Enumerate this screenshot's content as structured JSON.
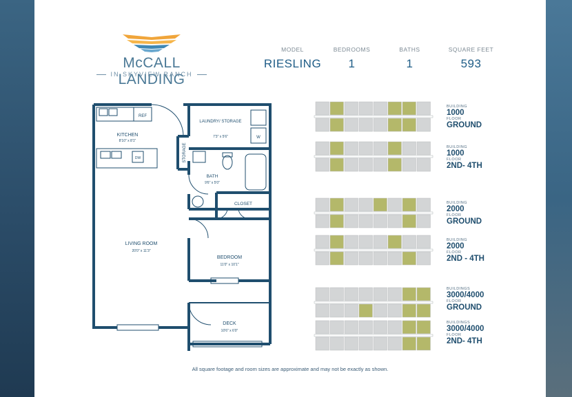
{
  "brand": {
    "name": "McCALL LANDING",
    "subtitle": "IN SKYVIEW RANCH"
  },
  "stats": [
    {
      "label": "MODEL",
      "value": "RIESLING"
    },
    {
      "label": "BEDROOMS",
      "value": "1"
    },
    {
      "label": "BATHS",
      "value": "1"
    },
    {
      "label": "SQUARE FEET",
      "value": "593"
    }
  ],
  "floorplan": {
    "kitchen": {
      "name": "KITCHEN",
      "dims": "8'10\" x 8'1\""
    },
    "ref": "REF",
    "dw": "DW",
    "laundry": {
      "name": "LAUNDRY/ STORAGE",
      "dims": "7'3\" x 5'6\""
    },
    "w": "W",
    "storage": "STORAGE",
    "bath": {
      "name": "BATH",
      "dims": "9'6\" x 5'0\""
    },
    "closet": "CLOSET",
    "living": {
      "name": "LIVING ROOM",
      "dims": "20'0\" x 11'3\""
    },
    "bedroom": {
      "name": "BEDROOM",
      "dims": "11'0\" x 10'1\""
    },
    "deck": {
      "name": "DECK",
      "dims": "10'6\" x 6'0\""
    }
  },
  "buildings": [
    {
      "building_label": "BUILDING",
      "building": "1000",
      "floor_label": "FLOOR",
      "floor": "GROUND"
    },
    {
      "building_label": "BUILDING",
      "building": "1000",
      "floor_label": "FLOOR",
      "floor": "2ND- 4TH"
    },
    {
      "building_label": "BUILDING",
      "building": "2000",
      "floor_label": "FLOOR",
      "floor": "GROUND"
    },
    {
      "building_label": "BUILDING",
      "building": "2000",
      "floor_label": "FLOOR",
      "floor": "2ND - 4TH"
    },
    {
      "building_label": "BUILDINGS",
      "building": "3000/4000",
      "floor_label": "FLOOR",
      "floor": "GROUND"
    },
    {
      "building_label": "BUILDINGS",
      "building": "3000/4000",
      "floor_label": "FLOOR",
      "floor": "2ND- 4TH"
    }
  ],
  "footer": "All square footage and room sizes are approximate and may not be exactly as shown.",
  "colors": {
    "navy": "#1f4e6e",
    "highlight": "#b4b86a",
    "unit": "#d3d5d6",
    "logo_orange": "#f0a53a",
    "logo_blue": "#3f88b5"
  }
}
